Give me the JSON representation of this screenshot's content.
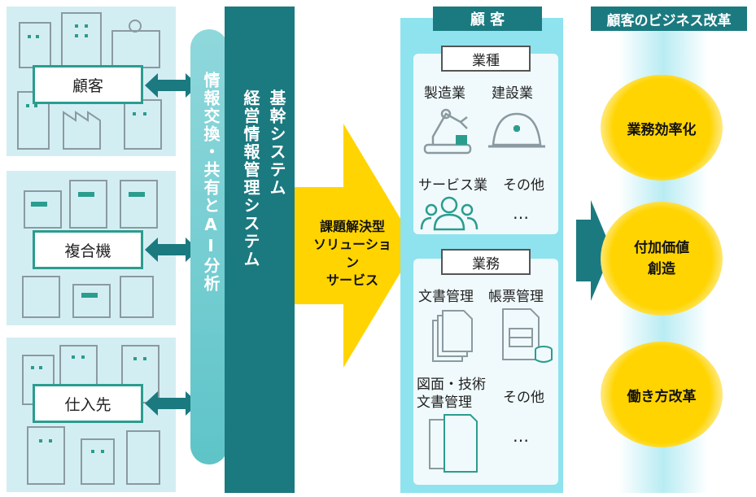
{
  "left_groups": [
    {
      "label": "顧客"
    },
    {
      "label": "複合機"
    },
    {
      "label": "仕入先"
    }
  ],
  "info_share_band": "情報交換・共有とAI分析",
  "core_system_band": "基幹システム",
  "mgmt_system_band": "経営情報管理システム",
  "solution_arrow_label": "課題解決型\nソリューション\nサービス",
  "customer_header": "顧 客",
  "industry": {
    "title": "業種",
    "items": [
      "製造業",
      "建設業",
      "サービス業",
      "その他"
    ],
    "more": "…"
  },
  "business": {
    "title": "業務",
    "items": [
      "文書管理",
      "帳票管理",
      "図面・技術\n文書管理",
      "その他"
    ],
    "more": "…"
  },
  "transform_header": "顧客のビジネス改革",
  "outcomes": [
    "業務効率化",
    "付加価値\n創造",
    "働き方改革"
  ],
  "colors": {
    "teal": "#1b7a80",
    "light_teal": "#d3eef3",
    "accent_green": "#2a9d8f",
    "yellow": "#ffd400",
    "cyan_bg": "#8ee3ee"
  }
}
